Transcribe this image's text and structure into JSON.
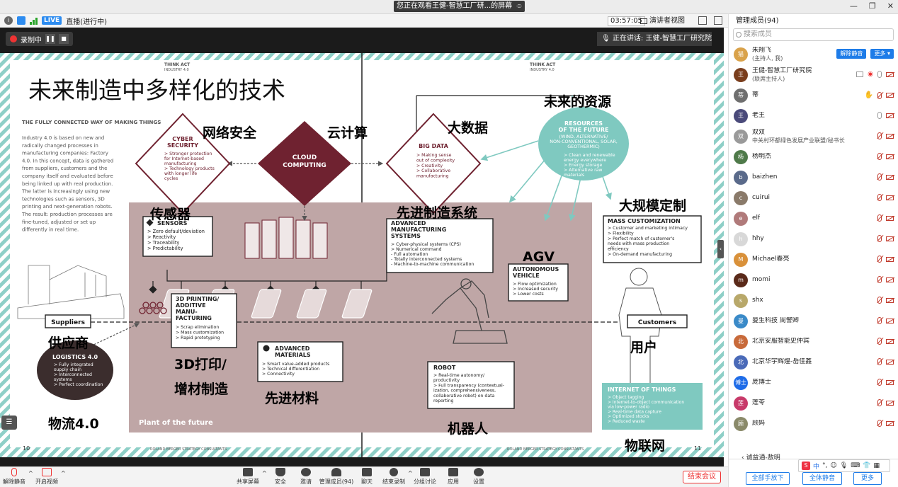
{
  "window": {
    "share_banner": "您正在观看王健-智慧工厂研...的屏幕",
    "banner_button": "⌯"
  },
  "infobar": {
    "live": "LIVE",
    "status": "直播(进行中)",
    "timer": "03:57:05",
    "view": "演讲者视图"
  },
  "stage": {
    "recording": "录制中",
    "speaker": "正在讲话: 王健-智慧工厂研究院;"
  },
  "slide": {
    "brand": "THINK ACT",
    "brand_sub": "INDUSTRY 4.0",
    "title": "未来制造中多样化的技术",
    "intro_heading": "THE FULLY CONNECTED WAY OF MAKING THINGS",
    "intro_lines": [
      "Industry 4.0 is based on new and",
      "radically changed processes in",
      "manufacturing companies: Factory",
      "4.0. In this concept, data is gathered",
      "from suppliers, customers and the",
      "company itself and evaluated before",
      "being linked up with real production.",
      "The latter is increasingly using new",
      "technologies such as sensors, 3D",
      "printing and next-generation robots.",
      "The result: production processes are",
      "fine-tuned, adjusted or set up",
      "differently in real time."
    ],
    "cn_labels": {
      "cyber": "网络安全",
      "cloud": "云计算",
      "bigdata": "大数据",
      "resources": "未来的资源",
      "sensors": "传感器",
      "ams": "先进制造系统",
      "mass": "大规模定制",
      "agv": "AGV",
      "suppliers": "供应商",
      "printing_1": "3D打印/",
      "printing_2": "增材制造",
      "materials": "先进材料",
      "customers": "用户",
      "logistics": "物流4.0",
      "robot": "机器人",
      "iot": "物联网"
    },
    "cyber": {
      "title": [
        "CYBER",
        "SECURITY"
      ],
      "items": [
        "> Stronger protection",
        "for Internet-based",
        "manufacturing",
        "> Technology products",
        "with longer life",
        "cycles"
      ]
    },
    "cloud": {
      "title": [
        "CLOUD",
        "COMPUTING"
      ]
    },
    "bigdata": {
      "title": [
        "BIG DATA"
      ],
      "items": [
        "> Making sense",
        "out of complexity",
        "> Creativity",
        "> Collaborative",
        "manufacturing"
      ]
    },
    "resources": {
      "title": [
        "RESOURCES",
        "OF THE FUTURE"
      ],
      "sub": [
        "(WIND, ALTERNATIVE/",
        "NON-CONVENTIONAL, SOLAR,",
        "GEOTHERMIC)"
      ],
      "items": [
        "> Clean and renewable",
        "energy everywhere",
        "> Energy storage",
        "> Alternative raw",
        "materials"
      ]
    },
    "sensors": {
      "title": "SENSORS",
      "items": [
        "> Zero default/deviation",
        "> Reactivity",
        "> Traceability",
        "> Predictability"
      ]
    },
    "ams": {
      "title": [
        "ADVANCED",
        "MANUFACTURING",
        "SYSTEMS"
      ],
      "items": [
        "> Cyber-physical systems (CPS)",
        "> Numerical command",
        "- Full automation",
        "- Totally interconnected systems",
        "- Machine-to-machine communication"
      ]
    },
    "mass": {
      "title": "MASS CUSTOMIZATION",
      "items": [
        "> Customer and marketing intimacy",
        "> Flexibility",
        "> Perfect match of customer's",
        "needs with mass production",
        "efficiency",
        "> On-demand manufacturing"
      ]
    },
    "av": {
      "title": [
        "AUTONOMOUS",
        "VEHICLE"
      ],
      "items": [
        "> Flow optimization",
        "> Increased security",
        "> Lower costs"
      ]
    },
    "printing": {
      "title": [
        "3D PRINTING/",
        "ADDITIVE",
        "MANU-",
        "FACTURING"
      ],
      "items": [
        "> Scrap elimination",
        "> Mass customization",
        "> Rapid prototyping"
      ]
    },
    "materials": {
      "title": [
        "ADVANCED",
        "MATERIALS"
      ],
      "items": [
        "> Smart value-added products",
        "> Technical differentiation",
        "> Connectivity"
      ]
    },
    "robot": {
      "title": "ROBOT",
      "items": [
        "> Real-time autonomy/",
        "productivity",
        "> Full transparency (contextual-",
        "ization, comprehensiveness,",
        "collaborative robot) on data",
        "reporting"
      ]
    },
    "logistics": {
      "title": "LOGISTICS 4.0",
      "items": [
        "> Fully integrated",
        "supply chain",
        "> Interconnected",
        "systems",
        "> Perfect coordination"
      ]
    },
    "iot": {
      "title": "INTERNET OF THINGS",
      "items": [
        "> Object tagging",
        "> Internet-to-object communication",
        "via low-power radio",
        "> Real-time data capture",
        "> Optimized stocks",
        "> Reduced waste"
      ]
    },
    "suppliers": "Suppliers",
    "customers": "Customers",
    "plant": "Plant of the future",
    "page_left": "10",
    "page_right": "11",
    "footer": "ROLAND BERGER STRATEGY CONSULTANTS"
  },
  "sidebar": {
    "header": "管理成员(94)",
    "search_placeholder": "搜索成员",
    "unmute_btn": "解除静音",
    "more_btn": "更多 ▾",
    "members": [
      {
        "name": "朱翔飞",
        "sub": "(主持人, 我)",
        "color": "#d9a24a",
        "mark": "猫"
      },
      {
        "name": "王健-智慧工厂研究院",
        "sub": "(联席主持人)",
        "color": "#7a3e1d",
        "mark": "王"
      },
      {
        "name": "蒂",
        "sub": "",
        "color": "#6f6f6f",
        "mark": "蒂"
      },
      {
        "name": "老王",
        "sub": "",
        "color": "#4a4a7a",
        "mark": "王"
      },
      {
        "name": "双双",
        "sub": "中关村环都绿色发展产业联盟/秘书长",
        "color": "#9a9a9a",
        "mark": "双"
      },
      {
        "name": "杨明杰",
        "sub": "",
        "color": "#4f7a4a",
        "mark": "杨"
      },
      {
        "name": "baizhen",
        "sub": "",
        "color": "#5a6a8a",
        "mark": "b"
      },
      {
        "name": "cuirui",
        "sub": "",
        "color": "#8a7a6a",
        "mark": "c"
      },
      {
        "name": "elf",
        "sub": "",
        "color": "#b07a7a",
        "mark": "e"
      },
      {
        "name": "hhy",
        "sub": "",
        "color": "#d8d8d8",
        "mark": "h"
      },
      {
        "name": "Michael春亮",
        "sub": "",
        "color": "#d9913a",
        "mark": "M"
      },
      {
        "name": "momi",
        "sub": "",
        "color": "#5a2a1a",
        "mark": "m"
      },
      {
        "name": "shx",
        "sub": "",
        "color": "#b8a86a",
        "mark": "s"
      },
      {
        "name": "曼生科技 周警卿",
        "sub": "",
        "color": "#3a8ac8",
        "mark": "曼"
      },
      {
        "name": "北京安服智能史仲宾",
        "sub": "",
        "color": "#c86a3a",
        "mark": "北"
      },
      {
        "name": "北京华宇辉煌-岳佳鑫",
        "sub": "",
        "color": "#4a6ab8",
        "mark": "北"
      },
      {
        "name": "庞博士",
        "sub": "",
        "color": "#1e6ce8",
        "mark": "博士"
      },
      {
        "name": "莲苓",
        "sub": "",
        "color": "#c83a6a",
        "mark": "莲"
      },
      {
        "name": "顾妈",
        "sub": "",
        "color": "#8a8a6a",
        "mark": "顾"
      }
    ],
    "partial_member": "诚益通-敖明",
    "raise_hand_btn": "全部手放下",
    "mute_all_btn": "全体静音",
    "more_bottom_btn": "更多"
  },
  "toolbar": {
    "unmute": "解除静音",
    "video": "开启视频",
    "share": "共享屏幕",
    "security": "安全",
    "invite": "邀请",
    "members": "管理成员(94)",
    "chat": "聊天",
    "recording": "结束录制",
    "breakout": "分组讨论",
    "apps": "应用",
    "settings": "设置",
    "end": "结束会议"
  },
  "colors": {
    "slide_panel": "#bfa6a6",
    "slide_maroon": "#6f2230",
    "slide_teal": "#7fc9c0",
    "accent_blue": "#1e7ce8",
    "end_red": "#e33333"
  }
}
